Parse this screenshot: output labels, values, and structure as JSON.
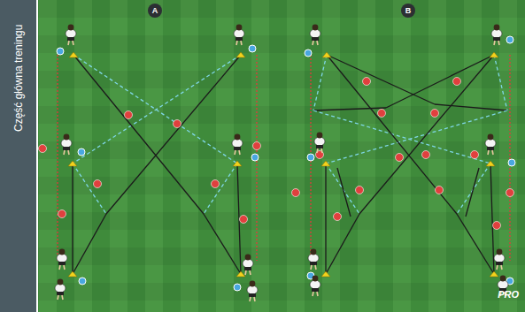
{
  "diagram": {
    "nodes": [
      {
        "text": [
          "A"
        ]
      },
      {
        "text": [
          "B"
        ]
      }
    ],
    "labels": [
      "Część główna treningu",
      "PRO"
    ]
  }
}
